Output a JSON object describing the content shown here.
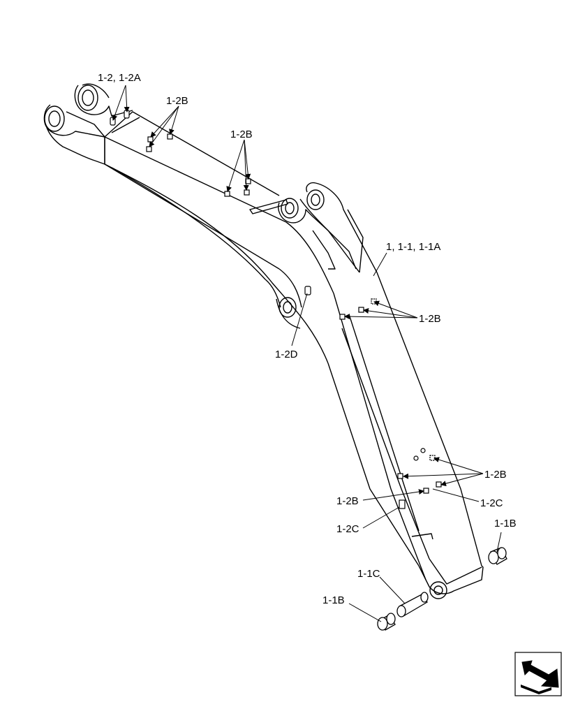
{
  "callouts": {
    "c1": "1-2, 1-2A",
    "c2": "1-2B",
    "c3": "1-2B",
    "c4": "1, 1-1, 1-1A",
    "c5": "1-2B",
    "c6": "1-2D",
    "c7": "1-2B",
    "c8": "1-2B",
    "c9": "1-2C",
    "c10": "1-2C",
    "c11": "1-1B",
    "c12": "1-1C",
    "c13": "1-1B"
  },
  "icons": {
    "navigation": "return-arrow-icon"
  },
  "colors": {
    "line": "#000000",
    "background": "#ffffff"
  }
}
